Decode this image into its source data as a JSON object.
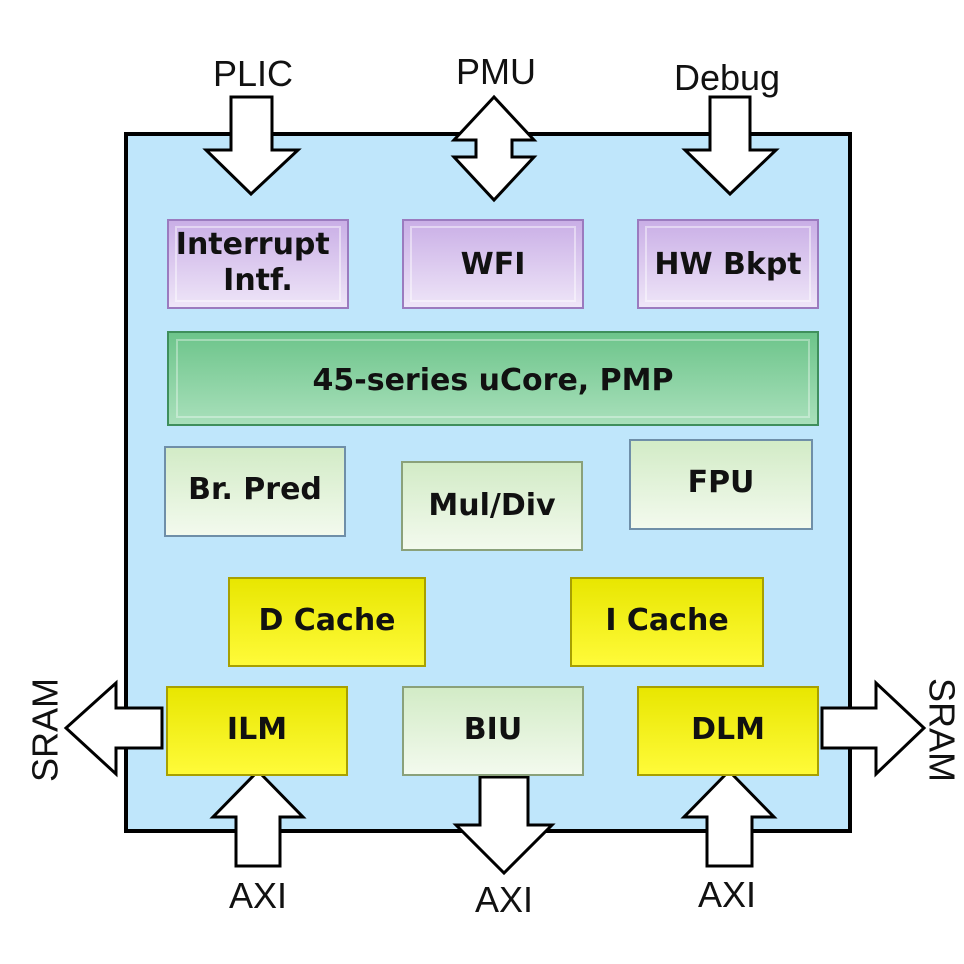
{
  "external_interfaces": {
    "top": [
      "PLIC",
      "PMU",
      "Debug"
    ],
    "left": "SRAM",
    "right": "SRAM",
    "bottom": [
      "AXI",
      "AXI",
      "AXI"
    ]
  },
  "blocks": {
    "interrupt_intf": [
      "Interrupt",
      "Intf."
    ],
    "wfi": "WFI",
    "hw_bkpt": "HW Bkpt",
    "ucore": "45-series uCore, PMP",
    "br_pred": "Br. Pred",
    "mul_div": "Mul/Div",
    "fpu": "FPU",
    "d_cache": "D Cache",
    "i_cache": "I Cache",
    "ilm": "ILM",
    "biu": "BIU",
    "dlm": "DLM"
  },
  "colors": {
    "core_background": "#bfe6fb",
    "purple_block": "#dcc8ee",
    "green_block": "#7fce9b",
    "pale_green_block": "#e6f4dc",
    "yellow_block": "#f2f200"
  }
}
